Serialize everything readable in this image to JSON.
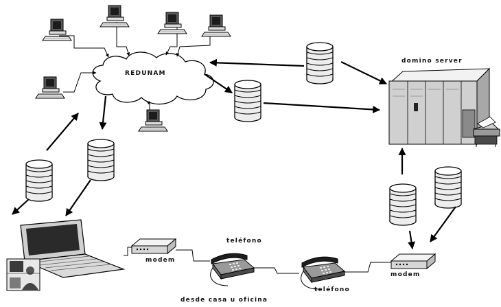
{
  "labels": {
    "cloud": "REDUNAM",
    "server": "domino server",
    "modem_left": "modem",
    "modem_right": "modem",
    "phone_left": "teléfono",
    "phone_right": "teléfono",
    "caption": "desde casa u oficina"
  },
  "icons": {
    "computer": "desktop-computer-icon",
    "database": "database-stack-icon",
    "server": "mainframe-server-icon",
    "laptop": "laptop-icon",
    "modem": "modem-icon",
    "phone": "telephone-icon"
  }
}
